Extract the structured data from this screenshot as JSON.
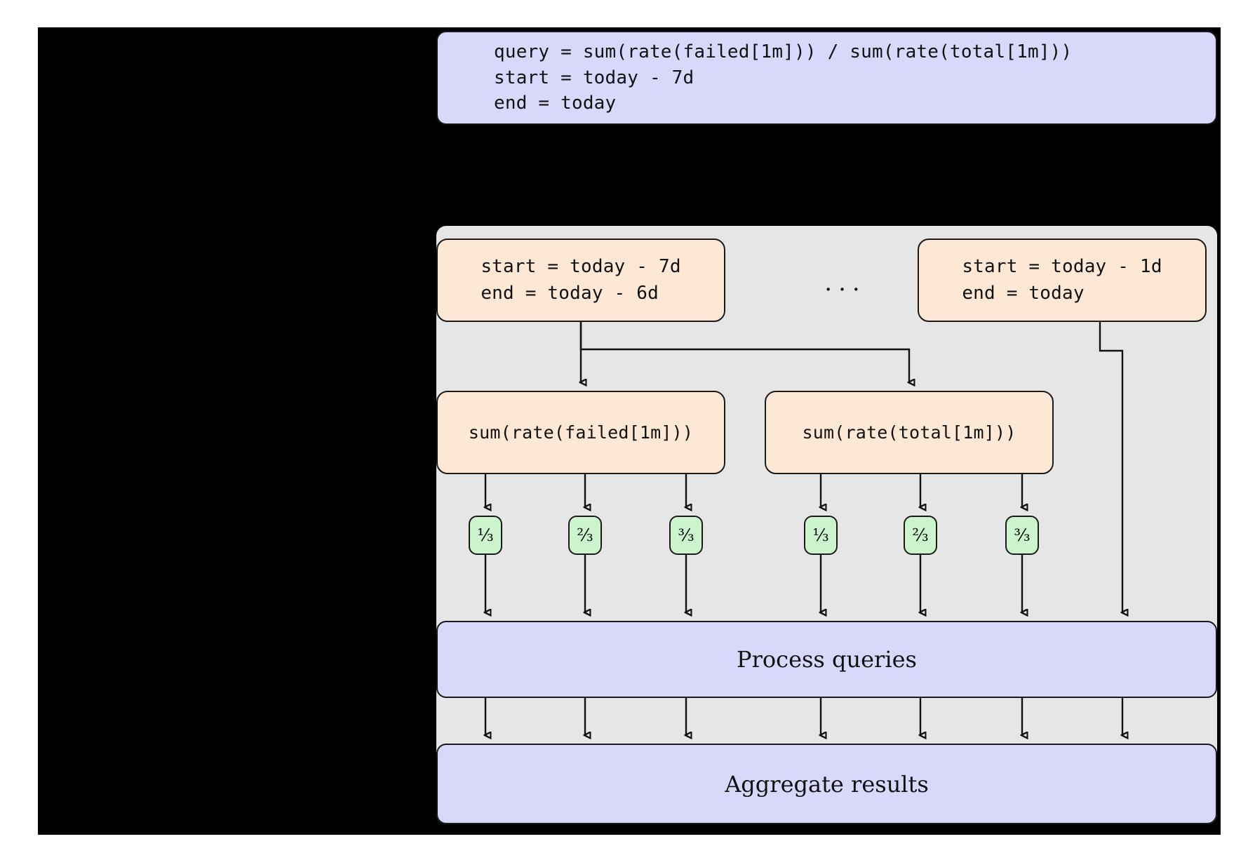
{
  "figure": {
    "background_color": "#000000",
    "panel_color": "#e6e6e6",
    "purple_color": "#d8d8fb",
    "orange_color": "#fce8d4",
    "green_color": "#cdf5cd",
    "ellipsis": "..."
  },
  "query_box": {
    "code": "query = sum(rate(failed[1m])) / sum(rate(total[1m]))\nstart = today - 7d\nend = today"
  },
  "ranges": [
    {
      "code": "start = today - 7d\nend = today - 6d"
    },
    {
      "code": "start = today - 1d\nend = today"
    }
  ],
  "subqueries": [
    {
      "label": "sum(rate(failed[1m]))"
    },
    {
      "label": "sum(rate(total[1m]))"
    }
  ],
  "chunks": [
    {
      "label": "⅓"
    },
    {
      "label": "⅔"
    },
    {
      "label": "³⁄₃"
    },
    {
      "label": "⅓"
    },
    {
      "label": "⅔"
    },
    {
      "label": "³⁄₃"
    }
  ],
  "stages": {
    "process": "Process queries",
    "aggregate": "Aggregate results"
  }
}
